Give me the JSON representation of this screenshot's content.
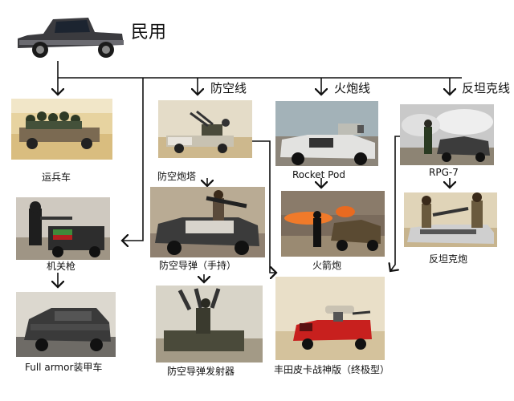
{
  "root": {
    "label": "民用"
  },
  "branches": {
    "anti_air": "防空线",
    "artillery": "火炮线",
    "anti_tank": "反坦克线"
  },
  "nodes": {
    "troop_carrier": "运兵车",
    "machine_gun": "机关枪",
    "full_armor": "Full armor装甲车",
    "aa_turret": "防空炮塔",
    "manpads": "防空导弹（手持）",
    "sam_launcher": "防空导弹发射器",
    "rocket_pod": "Rocket Pod",
    "rocket_artillery": "火箭炮",
    "rpg7": "RPG-7",
    "recoilless": "反坦克炮",
    "ultimate": "丰田皮卡战神版（终极型）"
  }
}
